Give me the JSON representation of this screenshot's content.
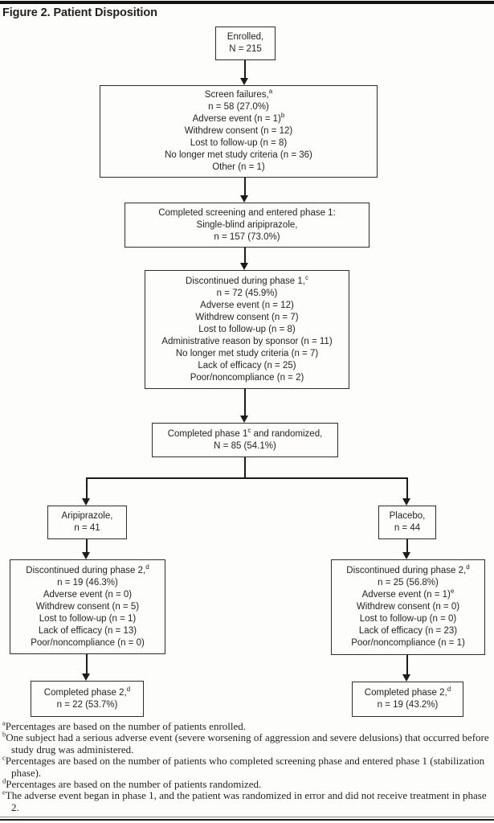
{
  "title": "Figure 2. Patient Disposition",
  "boxes": {
    "enrolled": {
      "lines": [
        [
          {
            "t": "Enrolled,"
          }
        ],
        [
          {
            "t": "N = 215"
          }
        ]
      ]
    },
    "screen_failures": {
      "lines": [
        [
          {
            "t": "Screen failures,"
          },
          {
            "t": "a",
            "sup": true
          }
        ],
        [
          {
            "t": "n = 58 (27.0%)"
          }
        ],
        [
          {
            "t": "Adverse event (n = 1)"
          },
          {
            "t": "b",
            "sup": true
          }
        ],
        [
          {
            "t": "Withdrew consent (n = 12)"
          }
        ],
        [
          {
            "t": "Lost to follow-up (n = 8)"
          }
        ],
        [
          {
            "t": "No longer met study criteria (n = 36)"
          }
        ],
        [
          {
            "t": "Other (n = 1)"
          }
        ]
      ]
    },
    "phase1_entry": {
      "lines": [
        [
          {
            "t": "Completed screening and entered phase 1:"
          }
        ],
        [
          {
            "t": "Single-blind aripiprazole,"
          }
        ],
        [
          {
            "t": "n = 157 (73.0%)"
          }
        ]
      ]
    },
    "phase1_discontinued": {
      "lines": [
        [
          {
            "t": "Discontinued during phase 1,"
          },
          {
            "t": "c",
            "sup": true
          }
        ],
        [
          {
            "t": "n = 72 (45.9%)"
          }
        ],
        [
          {
            "t": "Adverse event (n = 12)"
          }
        ],
        [
          {
            "t": "Withdrew consent (n = 7)"
          }
        ],
        [
          {
            "t": "Lost to follow-up (n = 8)"
          }
        ],
        [
          {
            "t": "Administrative reason by sponsor (n = 11)"
          }
        ],
        [
          {
            "t": "No longer met study criteria (n = 7)"
          }
        ],
        [
          {
            "t": "Lack of efficacy (n = 25)"
          }
        ],
        [
          {
            "t": "Poor/noncompliance (n = 2)"
          }
        ]
      ]
    },
    "randomized": {
      "lines": [
        [
          {
            "t": "Completed phase 1"
          },
          {
            "t": "c",
            "sup": true
          },
          {
            "t": " and randomized,"
          }
        ],
        [
          {
            "t": "N = 85 (54.1%)"
          }
        ]
      ]
    },
    "arm_aripiprazole": {
      "lines": [
        [
          {
            "t": "Aripiprazole,"
          }
        ],
        [
          {
            "t": "n = 41"
          }
        ]
      ]
    },
    "arm_placebo": {
      "lines": [
        [
          {
            "t": "Placebo,"
          }
        ],
        [
          {
            "t": "n = 44"
          }
        ]
      ]
    },
    "ari_discontinued": {
      "lines": [
        [
          {
            "t": "Discontinued during phase 2,"
          },
          {
            "t": "d",
            "sup": true
          }
        ],
        [
          {
            "t": "n = 19 (46.3%)"
          }
        ],
        [
          {
            "t": "Adverse event (n = 0)"
          }
        ],
        [
          {
            "t": "Withdrew consent (n = 5)"
          }
        ],
        [
          {
            "t": "Lost to follow-up (n = 1)"
          }
        ],
        [
          {
            "t": "Lack of efficacy (n = 13)"
          }
        ],
        [
          {
            "t": "Poor/noncompliance (n = 0)"
          }
        ]
      ]
    },
    "pbo_discontinued": {
      "lines": [
        [
          {
            "t": "Discontinued during phase 2,"
          },
          {
            "t": "d",
            "sup": true
          }
        ],
        [
          {
            "t": "n = 25 (56.8%)"
          }
        ],
        [
          {
            "t": "Adverse event (n = 1)"
          },
          {
            "t": "e",
            "sup": true
          }
        ],
        [
          {
            "t": "Withdrew consent (n = 0)"
          }
        ],
        [
          {
            "t": "Lost to follow-up (n = 0)"
          }
        ],
        [
          {
            "t": "Lack of efficacy (n = 23)"
          }
        ],
        [
          {
            "t": "Poor/noncompliance (n = 1)"
          }
        ]
      ]
    },
    "ari_completed": {
      "lines": [
        [
          {
            "t": "Completed phase 2,"
          },
          {
            "t": "d",
            "sup": true
          }
        ],
        [
          {
            "t": "n = 22 (53.7%)"
          }
        ]
      ]
    },
    "pbo_completed": {
      "lines": [
        [
          {
            "t": "Completed phase 2,"
          },
          {
            "t": "d",
            "sup": true
          }
        ],
        [
          {
            "t": "n = 19 (43.2%)"
          }
        ]
      ]
    }
  },
  "footnotes": [
    {
      "sup": "a",
      "text": "Percentages are based on the number of patients enrolled."
    },
    {
      "sup": "b",
      "text": "One subject had a serious adverse event (severe worsening of aggression and severe delusions) that occurred before study drug was administered."
    },
    {
      "sup": "c",
      "text": "Percentages are based on the number of patients who completed screening phase and entered phase 1 (stabilization phase)."
    },
    {
      "sup": "d",
      "text": "Percentages are based on the number of patients randomized."
    },
    {
      "sup": "e",
      "text": "The adverse event began in phase 1, and the patient was randomized in error and did not receive treatment in phase 2."
    }
  ],
  "colors": {
    "ink": "#231f20",
    "line": "#1c1c1c",
    "background": "#fdfdfc"
  }
}
